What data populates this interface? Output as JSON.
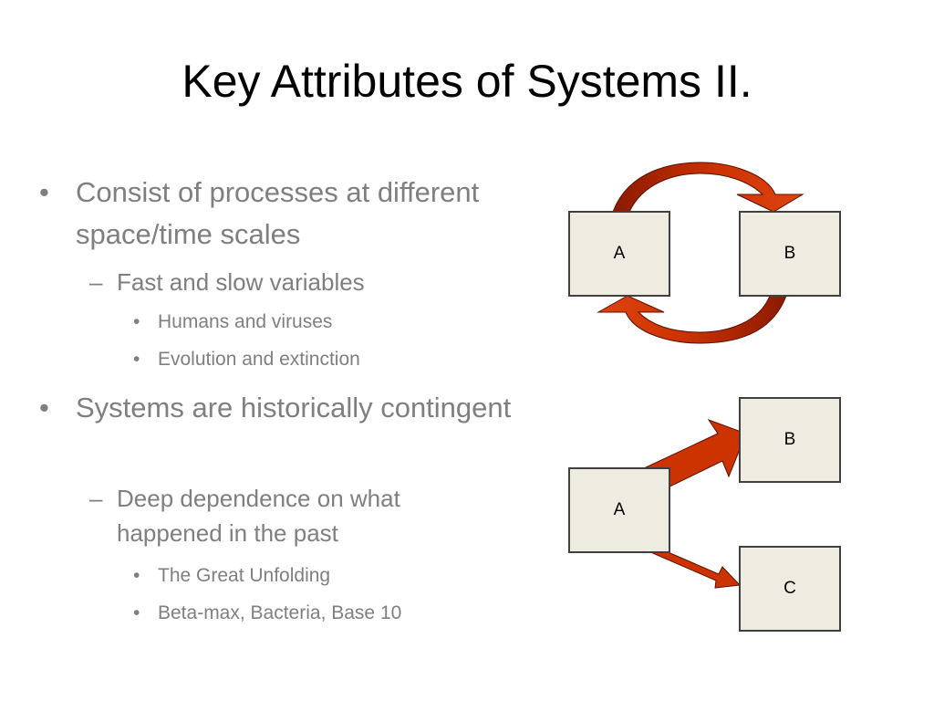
{
  "slide": {
    "title": "Key Attributes of Systems II.",
    "bullets": {
      "b1": "Consist of processes at different space/time scales",
      "b1_1": "Fast and slow variables",
      "b1_1_1": "Humans and viruses",
      "b1_1_2": "Evolution and extinction",
      "b2": "Systems are historically contingent",
      "b2_1": "Deep dependence on what happened in the past",
      "b2_1_1": "The Great Unfolding",
      "b2_1_2": "Beta-max, Bacteria, Base 10"
    }
  },
  "diagram_top": {
    "box_a": "A",
    "box_b": "B"
  },
  "diagram_bottom": {
    "box_a": "A",
    "box_b": "B",
    "box_c": "C"
  },
  "colors": {
    "arrow": "#cc3300",
    "arrow_dark": "#8b1a00",
    "box_fill": "#eeece1",
    "text_gray": "#7f7f7f"
  }
}
